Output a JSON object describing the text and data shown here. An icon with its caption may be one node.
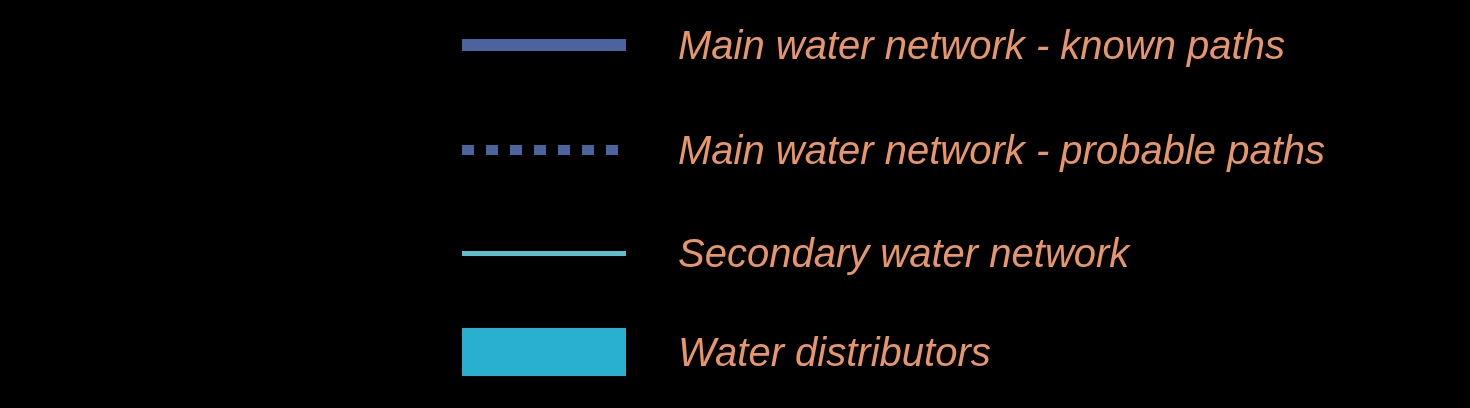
{
  "diagram": {
    "legend": [
      {
        "text": "Main water network - known paths"
      },
      {
        "text": "Main water network - probable paths"
      },
      {
        "text": "Secondary water network"
      },
      {
        "text": "Water distributors",
        "color": "#29b0d0"
      }
    ]
  }
}
